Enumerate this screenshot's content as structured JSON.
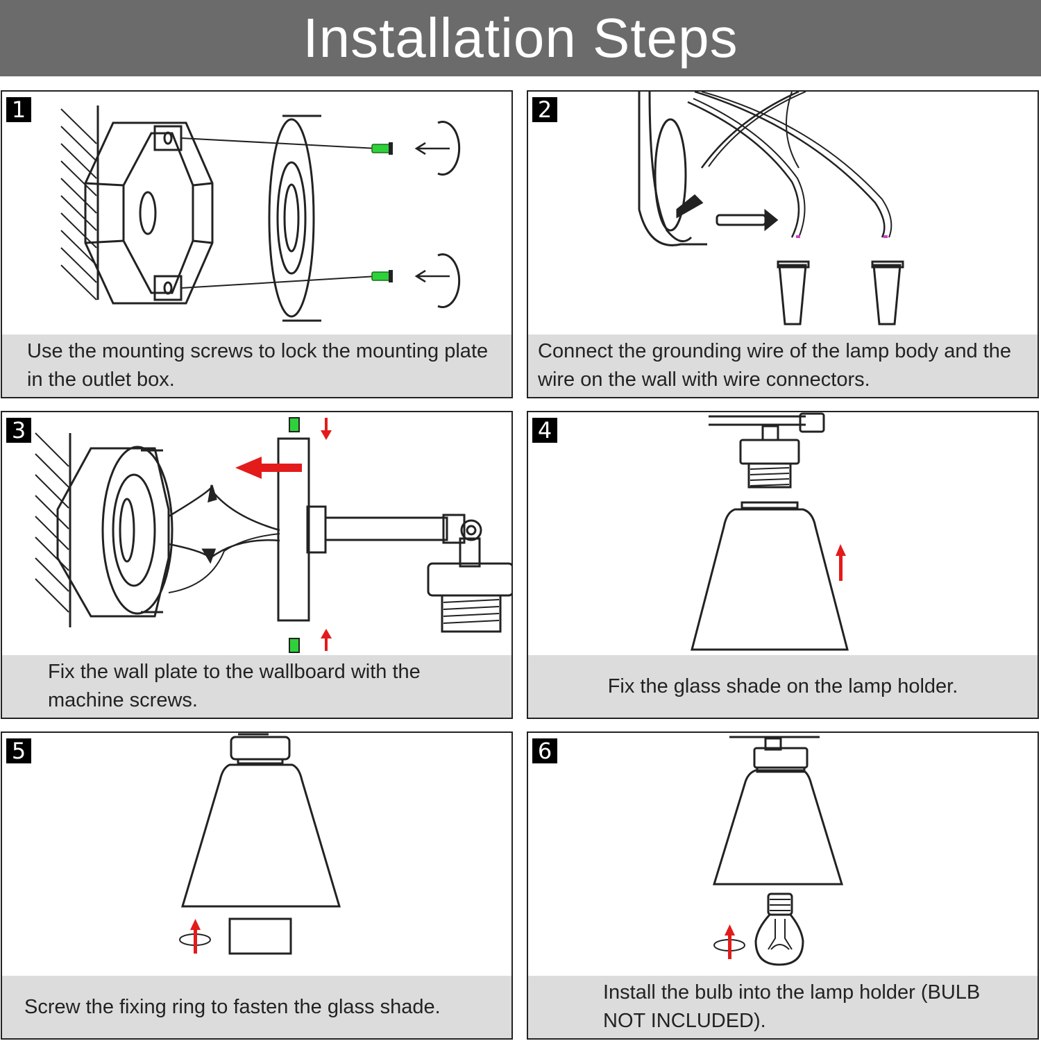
{
  "title": "Installation Steps",
  "steps": [
    {
      "number": "1",
      "caption": "Use the mounting screws to lock the mounting plate in the outlet box."
    },
    {
      "number": "2",
      "caption": "Connect the grounding wire of the lamp body and the wire on the wall with wire connectors."
    },
    {
      "number": "3",
      "caption": "Fix the wall plate to the wallboard with the machine screws."
    },
    {
      "number": "4",
      "caption": "Fix the glass shade on the lamp holder."
    },
    {
      "number": "5",
      "caption": "Screw the fixing ring to fasten the glass shade."
    },
    {
      "number": "6",
      "caption": "Install the bulb into the lamp holder (BULB NOT INCLUDED)."
    }
  ],
  "colors": {
    "header": "#6b6b6b",
    "caption_bg": "#dcdcdc",
    "screw": "#2fd13a",
    "arrow": "#e31b1b"
  }
}
